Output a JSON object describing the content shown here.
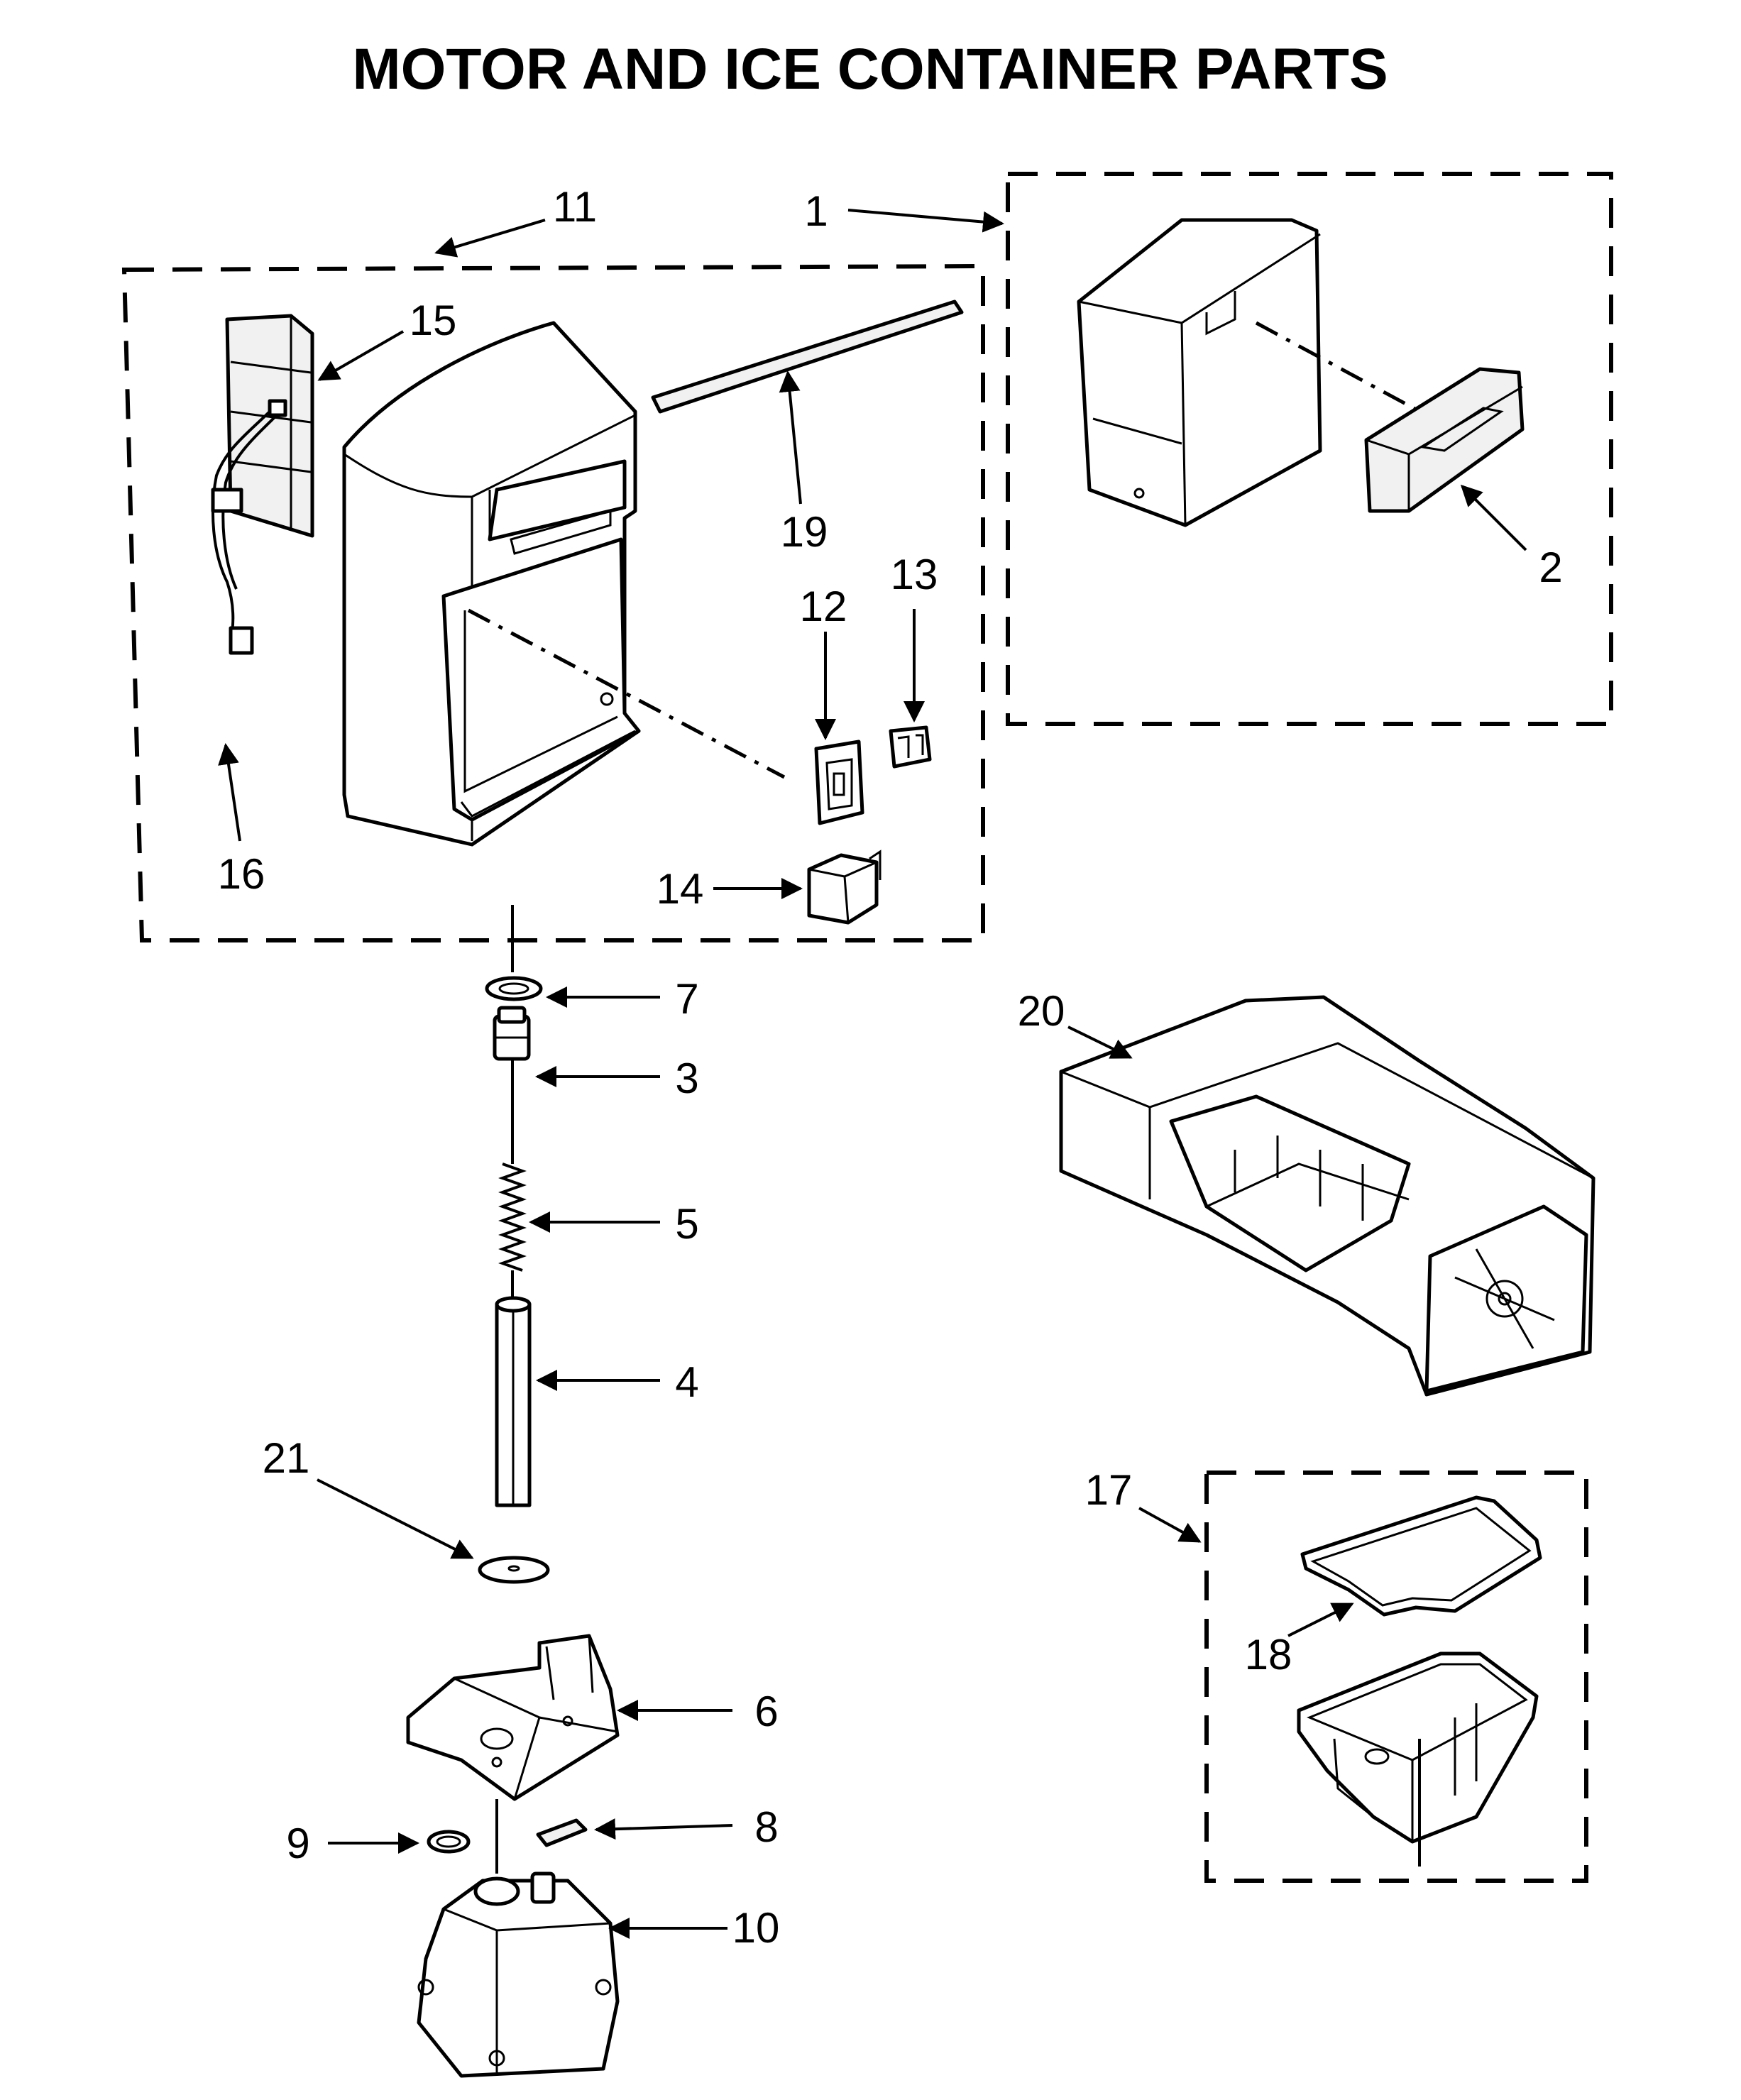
{
  "title": "MOTOR AND ICE CONTAINER PARTS",
  "callouts": [
    "1",
    "2",
    "3",
    "4",
    "5",
    "6",
    "7",
    "8",
    "9",
    "10",
    "11",
    "12",
    "13",
    "14",
    "15",
    "16",
    "17",
    "18",
    "19",
    "20",
    "21"
  ]
}
